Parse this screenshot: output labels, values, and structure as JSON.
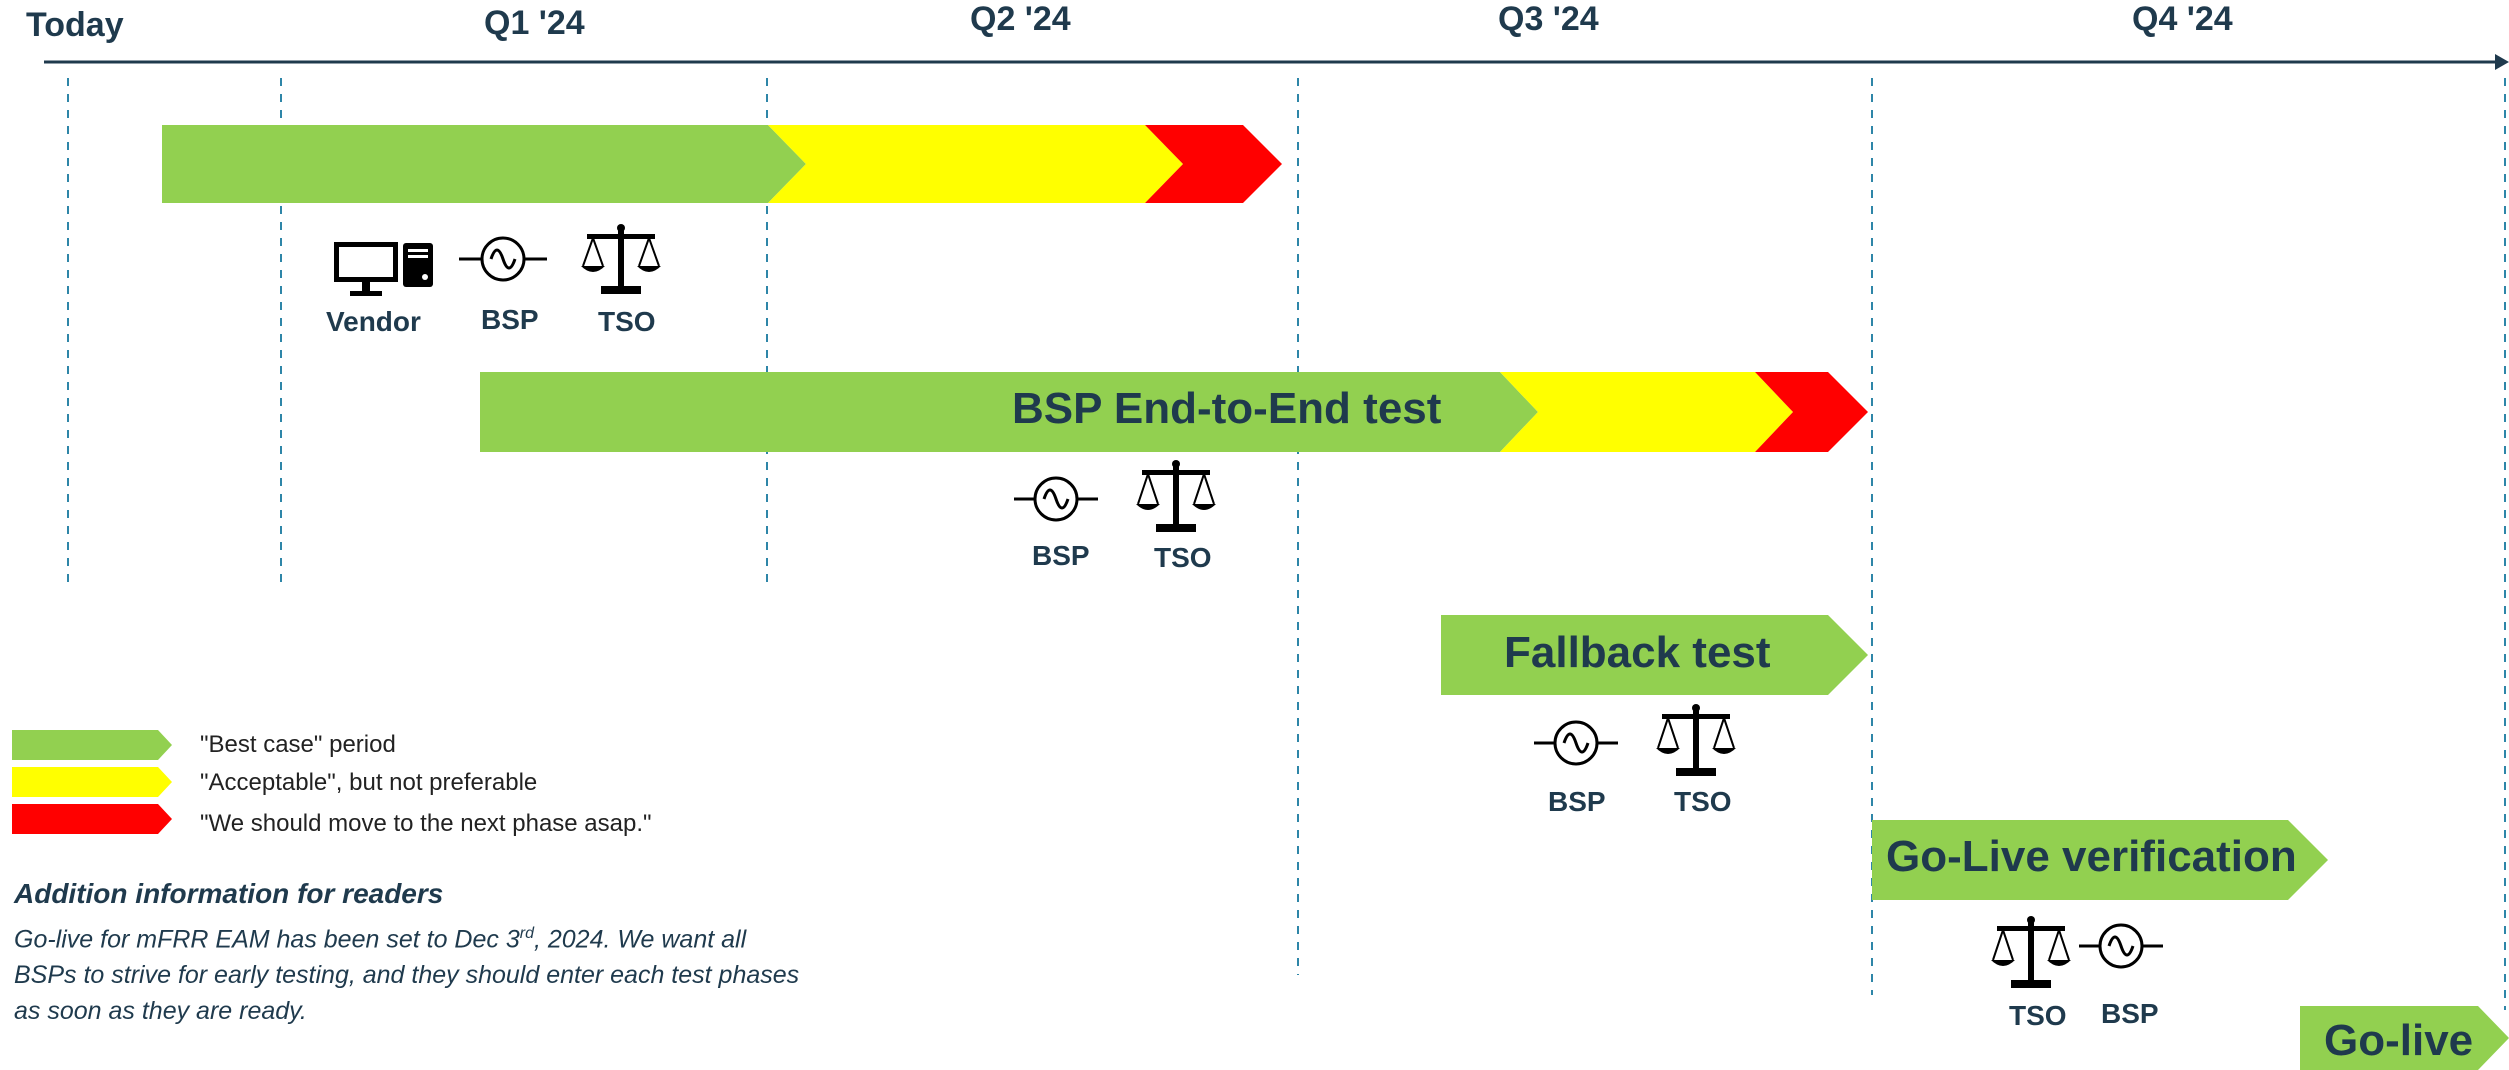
{
  "timeline": {
    "today_label": "Today",
    "quarters": [
      "Q1 '24",
      "Q2 '24",
      "Q3 '24",
      "Q4 '24"
    ],
    "colors": {
      "axis": "#1f3a4d",
      "guide": "#2e86a8",
      "green": "#92d050",
      "yellow": "#ffff00",
      "red": "#ff0000",
      "text": "#1f3a4d"
    }
  },
  "phases": {
    "vendor_test": {
      "title": "",
      "roles": [
        "Vendor",
        "BSP",
        "TSO"
      ]
    },
    "e2e_test": {
      "title": "BSP End-to-End test",
      "roles": [
        "BSP",
        "TSO"
      ]
    },
    "fallback_test": {
      "title": "Fallback test",
      "roles": [
        "BSP",
        "TSO"
      ]
    },
    "golive_verification": {
      "title": "Go-Live verification",
      "roles": [
        "TSO",
        "BSP"
      ]
    },
    "golive": {
      "title": "Go-live"
    }
  },
  "legend": {
    "best_case": "\"Best case\" period",
    "acceptable": "\"Acceptable\", but not preferable",
    "move_on": "\"We should move to the next phase asap.\""
  },
  "info": {
    "title": "Addition information for readers",
    "body_part1": "Go-live for mFRR EAM has been set to Dec 3",
    "body_sup": "rd",
    "body_part2": ", 2024. We want all BSPs to strive for early testing, and they should enter each test phases as soon as they are ready."
  },
  "icons": [
    "monitor-icon",
    "computer-tower-icon",
    "sine-wave-icon",
    "scales-icon"
  ]
}
